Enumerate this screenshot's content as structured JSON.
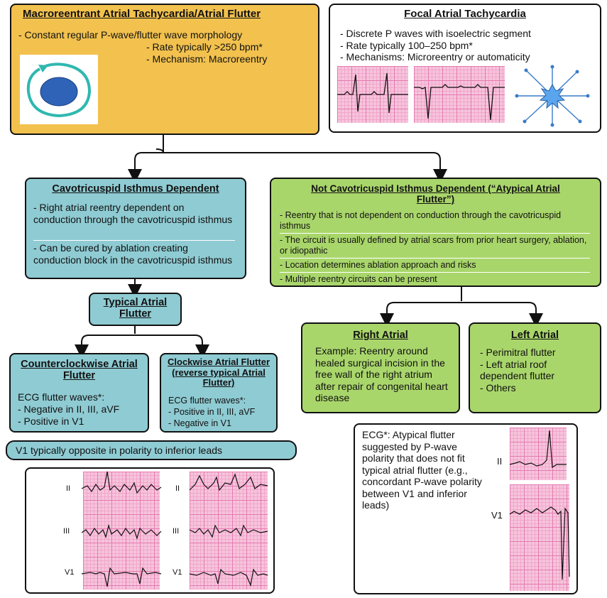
{
  "macro": {
    "title": "Macroreentrant Atrial Tachycardia/Atrial Flutter",
    "line1": "- Constant regular P-wave/flutter wave morphology",
    "line2": "- Rate typically >250 bpm*",
    "line3": "- Mechanism: Macroreentry"
  },
  "focal": {
    "title": "Focal Atrial Tachycardia",
    "lines": [
      "- Discrete P waves with isoelectric segment",
      "- Rate typically 100–250 bpm*",
      "- Mechanisms: Microreentry or automaticity"
    ]
  },
  "cti": {
    "title": "Cavotricuspid Isthmus Dependent",
    "bullets": [
      "- Right atrial reentry dependent on conduction through the cavotricuspid isthmus",
      "- Can be cured by ablation creating conduction block in the cavotricuspid isthmus"
    ]
  },
  "not_cti": {
    "title": "Not Cavotricuspid Isthmus Dependent (“Atypical Atrial Flutter”)",
    "bullets": [
      "- Reentry that is not dependent on conduction through the cavotricuspid isthmus",
      "- The circuit is usually defined by atrial scars from prior heart surgery, ablation, or idiopathic",
      "- Location determines ablation approach and risks",
      "- Multiple reentry circuits can be present"
    ]
  },
  "typical": {
    "title": "Typical Atrial Flutter"
  },
  "ccw": {
    "title": "Counterclockwise Atrial Flutter",
    "ecg_label": "ECG flutter waves*:",
    "lines": [
      "- Negative in II, III, aVF",
      "- Positive in V1"
    ]
  },
  "cw": {
    "title": "Clockwise Atrial Flutter (reverse typical Atrial Flutter)",
    "ecg_label": "ECG flutter waves*:",
    "lines": [
      "- Positive in II, III, aVF",
      "- Negative in V1"
    ]
  },
  "v1_note": "V1 typically opposite in polarity to inferior leads",
  "right_atrial": {
    "title": "Right Atrial",
    "body": "Example: Reentry around healed surgical incision in the free wall of the right atrium after repair of congenital heart disease"
  },
  "left_atrial": {
    "title": "Left Atrial",
    "lines": [
      "- Perimitral flutter",
      "- Left atrial roof dependent flutter",
      "- Others"
    ]
  },
  "atypical_ecg": {
    "text": "ECG*: Atypical flutter suggested by P-wave polarity that does not fit typical atrial flutter (e.g., concordant P-wave polarity between V1 and inferior leads)",
    "leads": [
      "II",
      "V1"
    ]
  },
  "bottom_leads": {
    "left": [
      "II",
      "III",
      "V1"
    ],
    "right": [
      "II",
      "III",
      "V1"
    ]
  },
  "colors": {
    "gold": "#f2c14e",
    "teal": "#8fcbd3",
    "green": "#a9d66b",
    "ecg_paper": "#f6c4dc",
    "circuit": "#2fb8b0",
    "atrium": "#2e63b8",
    "focal_burst": "#3a7cc9"
  }
}
